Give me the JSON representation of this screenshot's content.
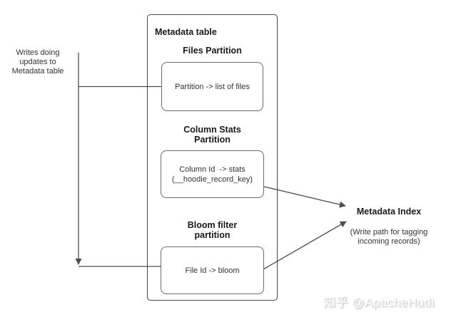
{
  "diagram": {
    "left_note": "Writes doing updates to Metadata table",
    "container_title": "Metadata table",
    "sections": [
      {
        "title": "Files Partition",
        "lines": [
          "Partition -> list of files"
        ]
      },
      {
        "title": "Column Stats Partition",
        "lines": [
          "Column Id  -> stats",
          "(__hoodie_record_key)"
        ]
      },
      {
        "title": "Bloom filter partition",
        "lines": [
          "File Id -> bloom"
        ]
      }
    ],
    "metadata_index": {
      "title": "Metadata Index",
      "subtitle": "(Write path for tagging incoming records)"
    }
  },
  "watermark": "知乎 @ApacheHudi",
  "colors": {
    "connector_line": "#4d4d4d",
    "box_border": "#6b6b6b",
    "container_border": "#474747",
    "text": "#1a1a1a"
  }
}
